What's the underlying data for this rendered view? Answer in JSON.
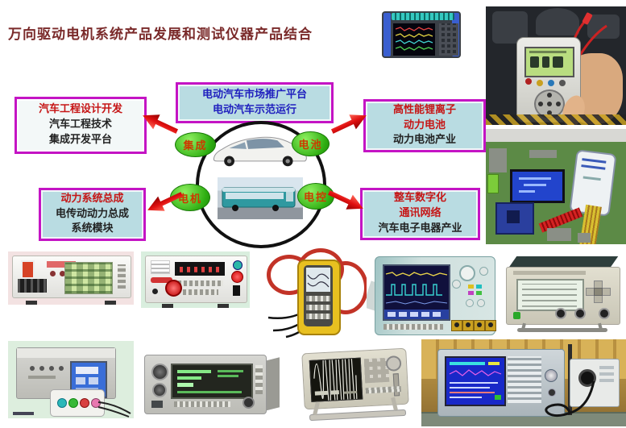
{
  "title": "万向驱动电机系统产品发展和测试仪器产品结合",
  "diagram": {
    "platform_box": {
      "line1": "电动汽车市场推广平台",
      "line2": "电动汽车示范运行"
    },
    "engineering_box": {
      "line1": "汽车工程设计开发",
      "line2": "汽车工程技术",
      "line3": "集成开发平台"
    },
    "battery_box": {
      "line1": "高性能锂离子",
      "line2": "动力电池",
      "line3": "动力电池产业"
    },
    "powertrain_box": {
      "line1": "动力系统总成",
      "line2": "电传动动力总成",
      "line3": "系统模块"
    },
    "vehicle_box": {
      "line1": "整车数字化",
      "line2": "通讯网络",
      "line3": "汽车电子电器产业"
    },
    "nodes": {
      "integration": "集成",
      "battery": "电池",
      "motor": "电机",
      "control": "电控"
    }
  },
  "colors": {
    "title": "#7a2a2a",
    "box_border": "#c414c4",
    "box_bg": "#b9dce2",
    "red_text": "#c61616",
    "blue_text": "#1f1fbe",
    "node_green": "#2fae12",
    "node_text": "#cc3a00",
    "arrow_red": "#cc0000"
  }
}
